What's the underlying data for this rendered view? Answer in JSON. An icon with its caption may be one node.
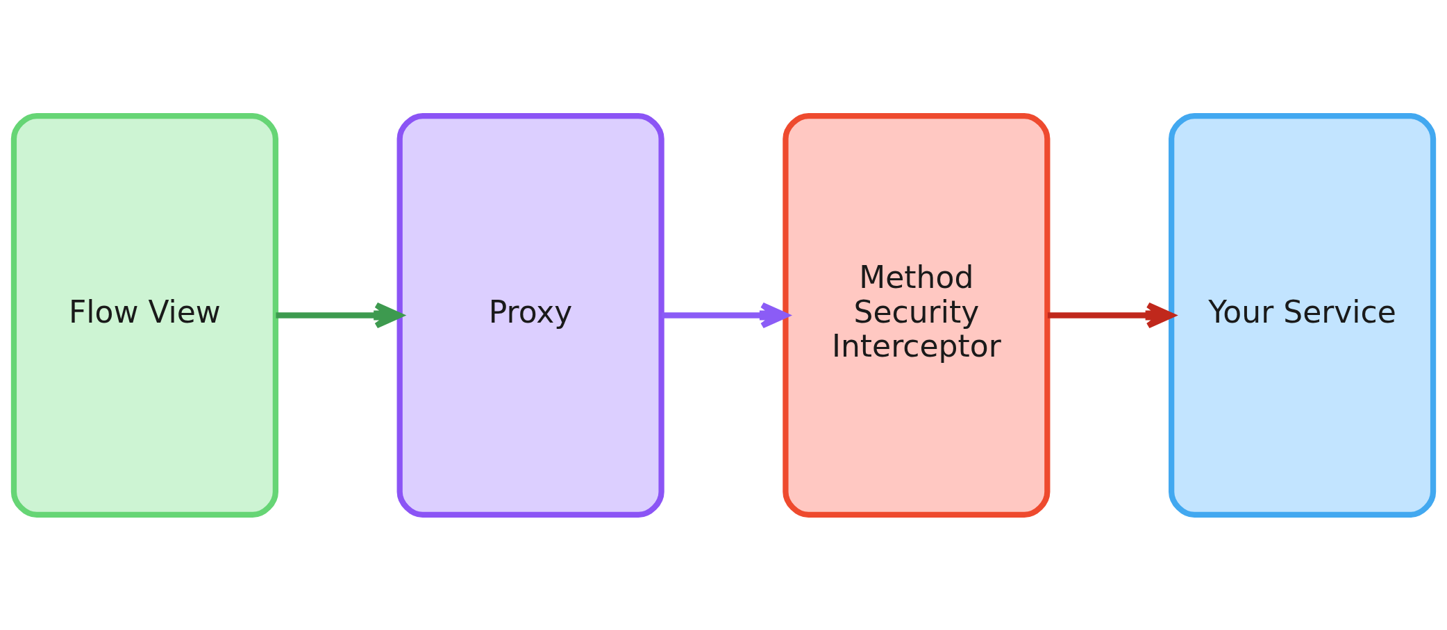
{
  "diagram": {
    "nodes": [
      {
        "text": [
          "Flow View"
        ]
      },
      {
        "text": [
          "Proxy"
        ]
      },
      {
        "text": [
          "Method Security Interceptor"
        ]
      },
      {
        "text": [
          "Your Service"
        ]
      }
    ],
    "edges": [
      {
        "from": 0,
        "to": 1,
        "arrow": "to",
        "color": "#3d9a4f"
      },
      {
        "from": 1,
        "to": 2,
        "arrow": "to",
        "color": "#8b5cf6"
      },
      {
        "from": 2,
        "to": 3,
        "arrow": "to",
        "color": "#c0281c"
      }
    ]
  }
}
